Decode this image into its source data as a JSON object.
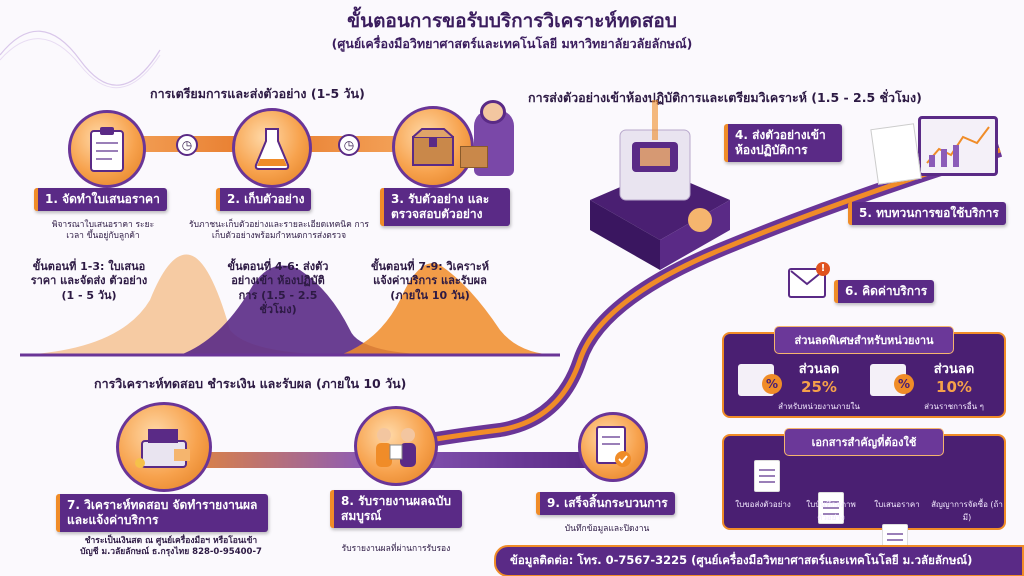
{
  "title": "ขั้นตอนการขอรับบริการวิเคราะห์ทดสอบ",
  "subtitle": "(ศูนย์เครื่องมือวิทยาศาสตร์และเทคโนโลยี มหาวิทยาลัยวลัยลักษณ์)",
  "sections": {
    "prep": "การเตรียมการและส่งตัวอย่าง (1-5 วัน)",
    "lab": "การส่งตัวอย่างเข้าห้องปฏิบัติการและเตรียมวิเคราะห์ (1.5 - 2.5 ชั่วโมง)",
    "analysis": "การวิเคราะห์ทดสอบ ชำระเงิน และรับผล (ภายใน 10 วัน)"
  },
  "steps": {
    "s1": {
      "label": "1. จัดทำใบเสนอราคา",
      "desc": "พิจารณาใบเสนอราคา ระยะเวลา ขึ้นอยู่กับลูกค้า"
    },
    "s2": {
      "label": "2. เก็บตัวอย่าง",
      "desc": "รับภาชนะเก็บตัวอย่างและรายละเอียดเทคนิค การเก็บตัวอย่างพร้อมกำหนดการส่งตรวจ"
    },
    "s3": {
      "label": "3. รับตัวอย่าง และตรวจสอบตัวอย่าง"
    },
    "s4": {
      "label": "4. ส่งตัวอย่างเข้า ห้องปฏิบัติการ"
    },
    "s5": {
      "label": "5. ทบทวนการขอใช้บริการ"
    },
    "s6": {
      "label": "6. คิดค่าบริการ"
    },
    "s7": {
      "label": "7. วิเคราะห์ทดสอบ จัดทำรายงานผล และแจ้งค่าบริการ",
      "desc": "ชำระเป็นเงินสด ณ ศูนย์เครื่องมือฯ หรือโอนเข้าบัญชี ม.วลัยลักษณ์ ธ.กรุงไทย 828-0-95400-7"
    },
    "s8": {
      "label": "8. รับรายงานผลฉบับ สมบูรณ์",
      "desc": "รับรายงานผลที่ผ่านการรับรอง"
    },
    "s9": {
      "label": "9. เสร็จสิ้นกระบวนการ",
      "desc": "บันทึกข้อมูลและปิดงาน"
    }
  },
  "milestones": {
    "m1": "ขั้นตอนที่ 1-3: ใบเสนอราคา และจัดส่ง ตัวอย่าง (1 - 5 วัน)",
    "m2": "ขั้นตอนที่ 4-6: ส่งตัวอย่างเข้า ห้องปฏิบัติการ (1.5 - 2.5 ชั่วโมง)",
    "m3": "ขั้นตอนที่ 7-9: วิเคราะห์ แจ้งค่าบริการ และรับผล (ภายใน 10 วัน)"
  },
  "discount": {
    "header": "ส่วนลดพิเศษสำหรับหน่วยงาน",
    "items": [
      {
        "title": "ส่วนลด",
        "value": "25%",
        "note": "สำหรับหน่วยงานภายใน"
      },
      {
        "title": "ส่วนลด",
        "value": "10%",
        "note": "ส่วนราชการอื่น ๆ"
      }
    ]
  },
  "documents": {
    "header": "เอกสารสำคัญที่ต้องใช้",
    "items": [
      "ใบขอส่งตัวอย่าง",
      "ใบบันทึกสภาพ ตัวอย่าง",
      "ใบเสนอราคา",
      "สัญญาการจัดซื้อ (ถ้ามี)"
    ]
  },
  "contact": "ข้อมูลติดต่อ: โทร. 0-7567-3225 (ศูนย์เครื่องมือวิทยาศาสตร์และเทคโนโลยี ม.วลัยลักษณ์)",
  "colors": {
    "purple": "#5a2a86",
    "orange": "#f08c28"
  }
}
